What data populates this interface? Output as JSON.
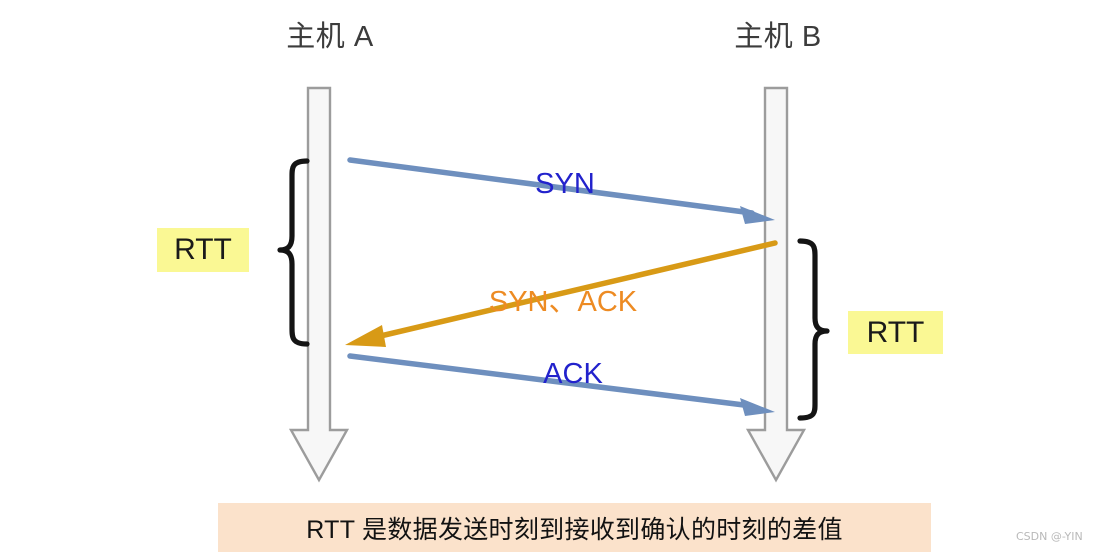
{
  "diagram": {
    "title_hosts": {
      "host_a": "主机 A",
      "host_b": "主机 B"
    },
    "messages": [
      {
        "id": "syn",
        "label": "SYN",
        "color": "#2222cc",
        "arrow_color": "#6E8FBE",
        "direction": "a-to-b"
      },
      {
        "id": "syn-ack",
        "label": "SYN、ACK",
        "color": "#ED8B23",
        "arrow_color": "#D89A16",
        "direction": "b-to-a"
      },
      {
        "id": "ack",
        "label": "ACK",
        "color": "#2222cc",
        "arrow_color": "#6E8FBE",
        "direction": "a-to-b"
      }
    ],
    "rtt_labels": {
      "left": "RTT",
      "right": "RTT"
    },
    "highlight_color": "#FAF894",
    "timeline_fill": "#F7F7F7",
    "timeline_stroke": "#9C9C9C",
    "brace_color": "#1a1a1a",
    "footer": {
      "text": "RTT 是数据发送时刻到接收到确认的时刻的差值",
      "background": "#FBE2CB"
    },
    "watermark": "CSDN @-YIN"
  }
}
